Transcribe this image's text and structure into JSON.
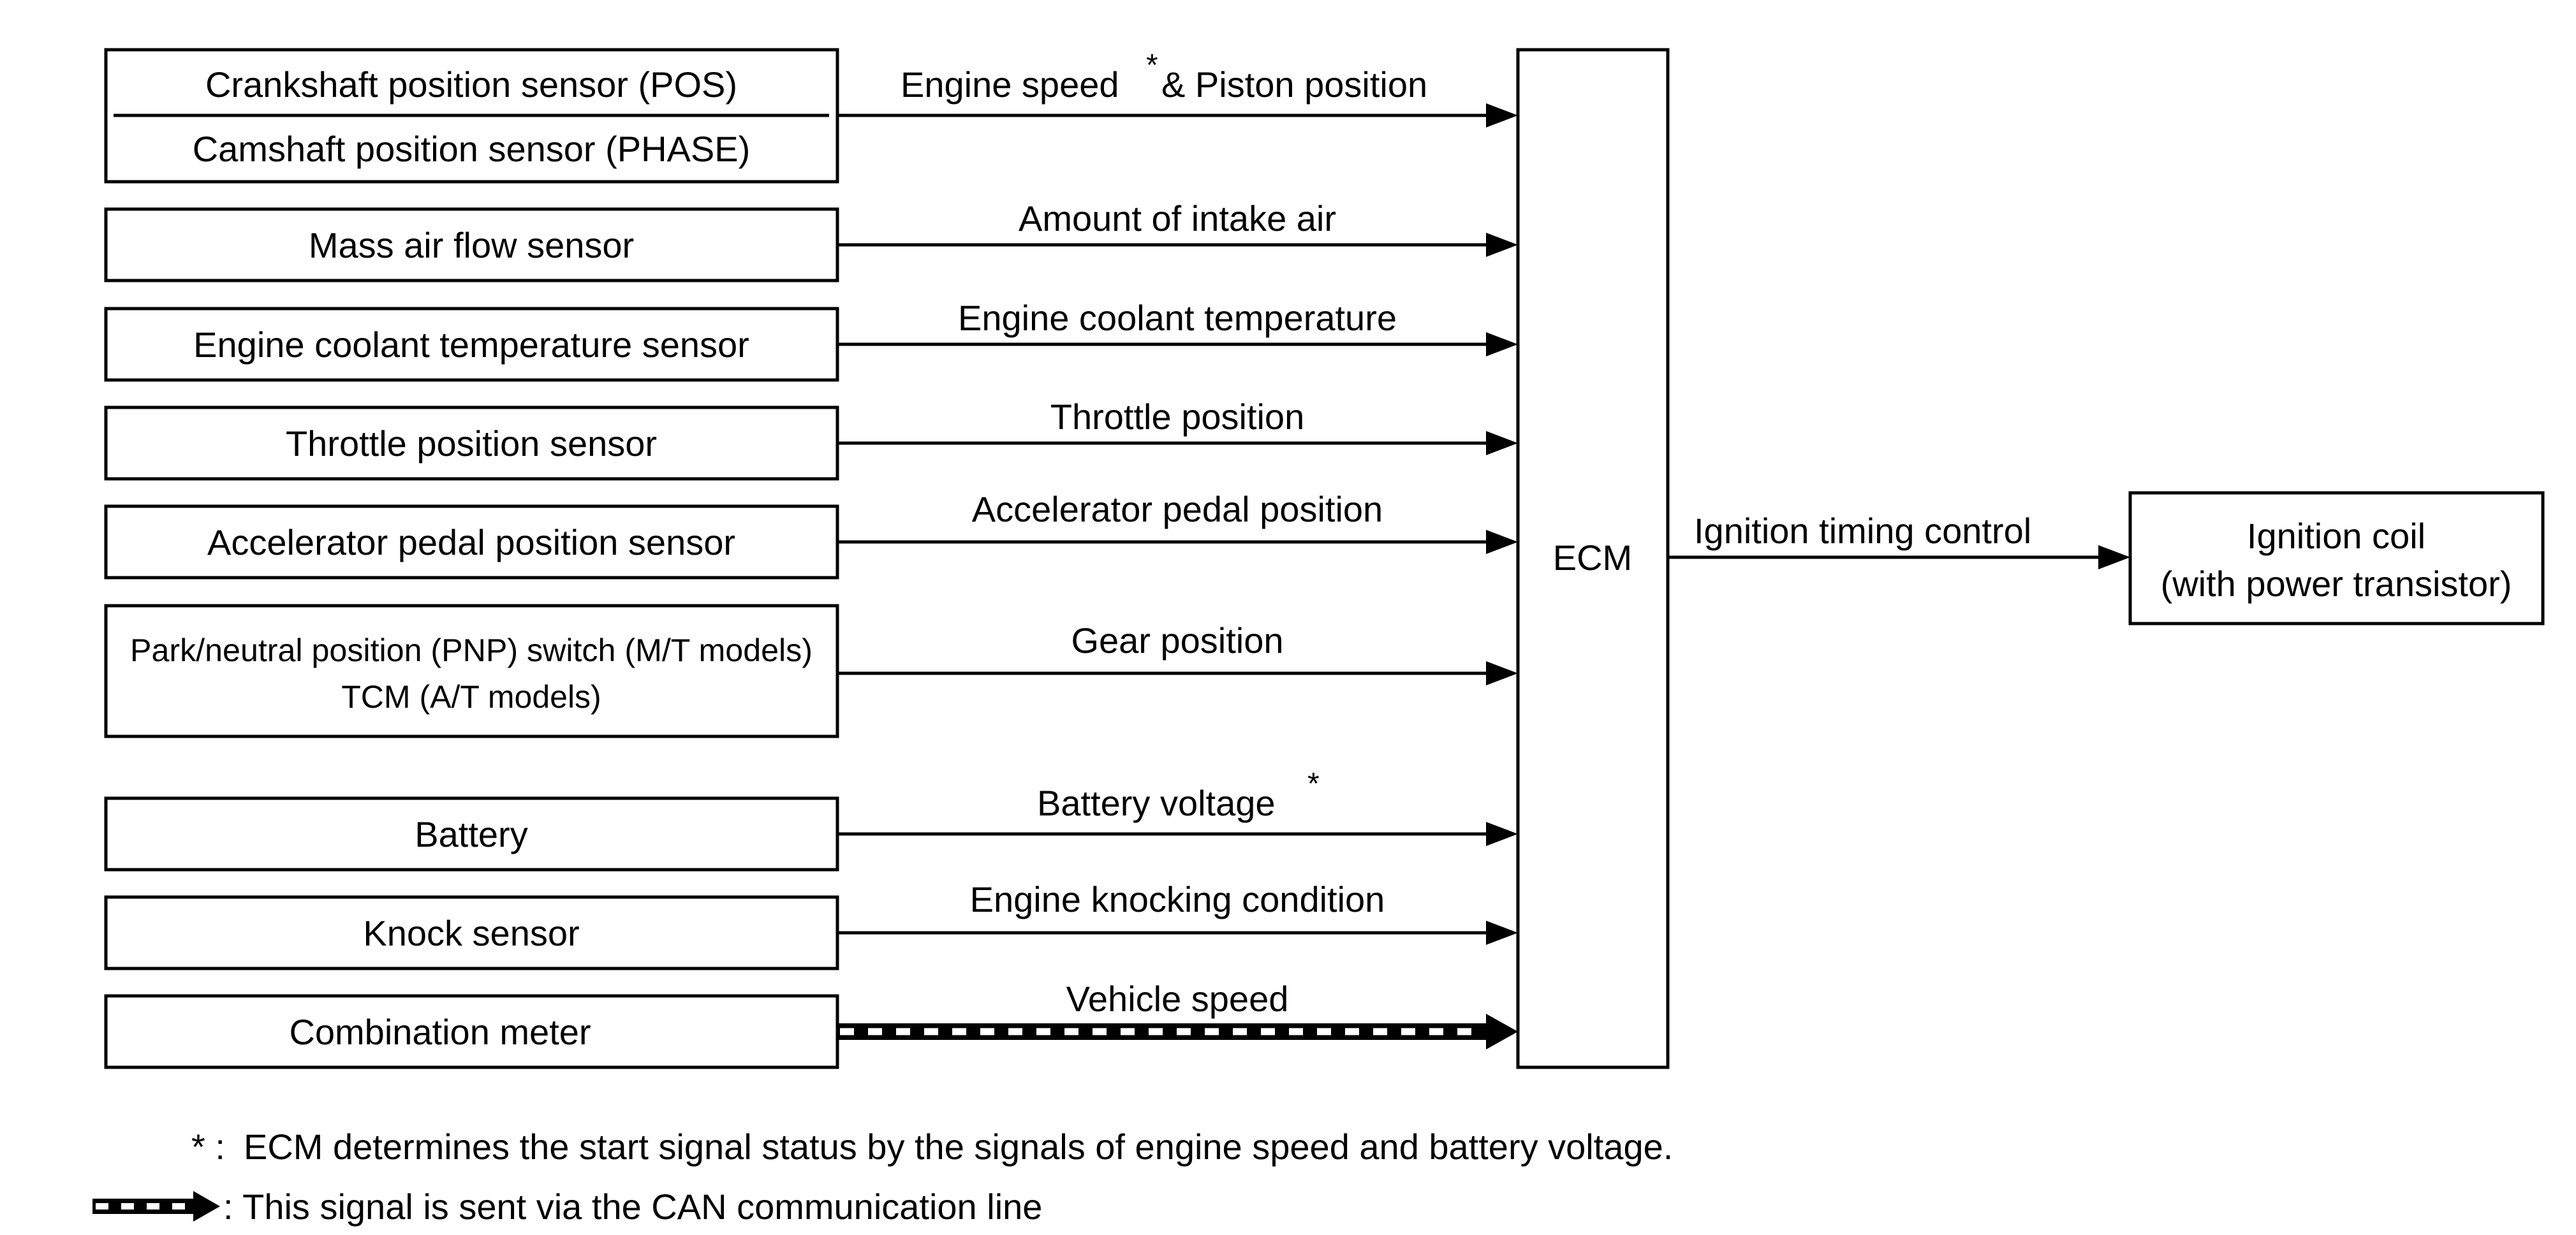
{
  "inputs": [
    {
      "sensor_lines": [
        "Crankshaft position sensor (POS)",
        "Camshaft position sensor (PHASE)"
      ],
      "signal": "Engine speed",
      "signal_suffix": "& Piston position",
      "asterisk": "*"
    },
    {
      "sensor": "Mass air flow sensor",
      "signal": "Amount of intake air"
    },
    {
      "sensor": "Engine coolant temperature sensor",
      "signal": "Engine coolant temperature"
    },
    {
      "sensor": "Throttle position sensor",
      "signal": "Throttle position"
    },
    {
      "sensor": "Accelerator pedal position sensor",
      "signal": "Accelerator pedal position"
    },
    {
      "sensor_lines": [
        "Park/neutral position (PNP) switch (M/T models)",
        "TCM (A/T models)"
      ],
      "signal": "Gear position"
    },
    {
      "sensor": "Battery",
      "signal": "Battery voltage",
      "asterisk": "*"
    },
    {
      "sensor": "Knock sensor",
      "signal": "Engine knocking condition"
    },
    {
      "sensor": "Combination meter",
      "signal": "Vehicle speed",
      "line_style": "CAN"
    }
  ],
  "ecm": {
    "label": "ECM"
  },
  "output": {
    "signal": "Ignition timing control",
    "device_lines": [
      "Ignition coil",
      "(with power transistor)"
    ]
  },
  "notes": {
    "asterisk_mark": "* :",
    "asterisk_note": "ECM determines the start signal status by the signals of engine speed and battery voltage.",
    "can_note": ": This signal is sent via the CAN communication line"
  }
}
